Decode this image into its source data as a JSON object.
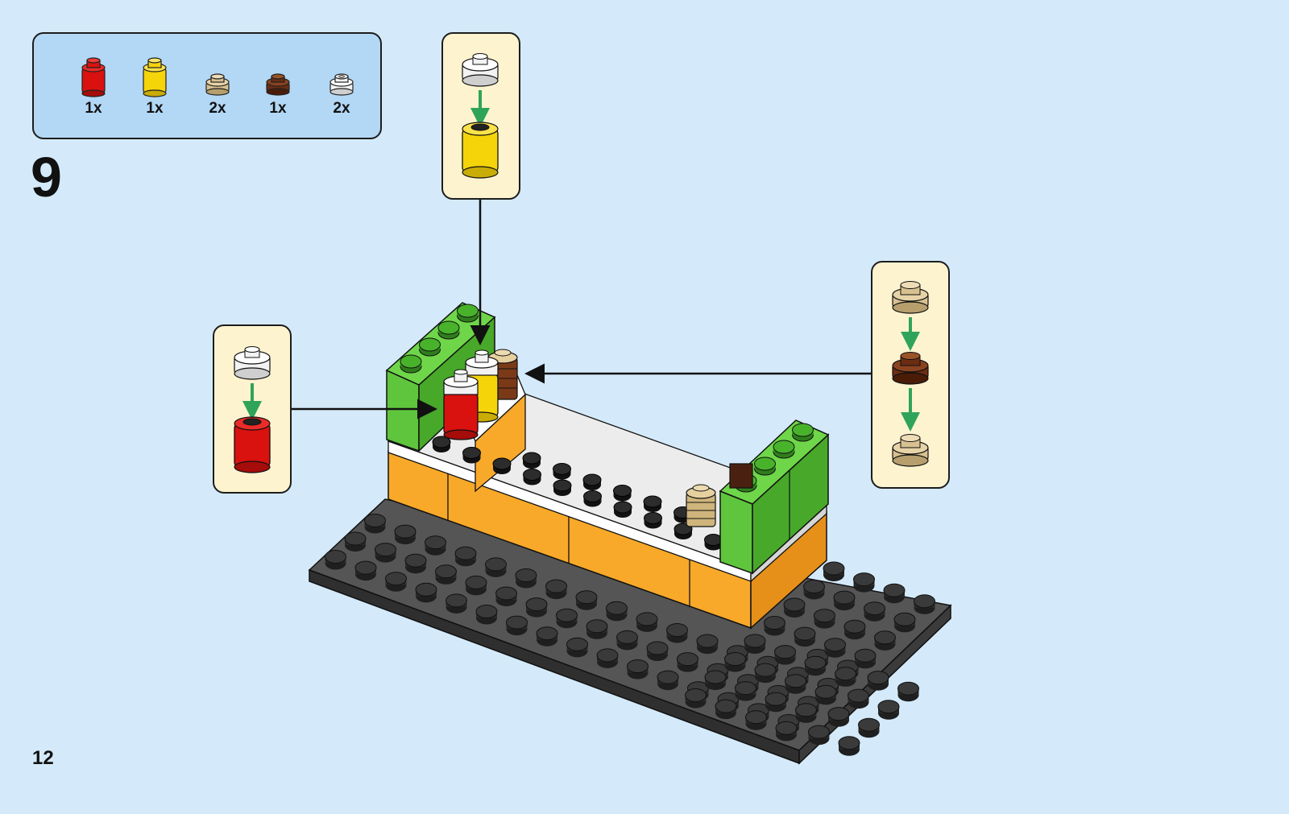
{
  "step": {
    "number": "9"
  },
  "page": {
    "number": "12"
  },
  "parts_list": [
    {
      "color_name": "red",
      "shape": "round-brick-1x1",
      "color": "#d9110f",
      "qty": "1x"
    },
    {
      "color_name": "yellow",
      "shape": "round-brick-1x1",
      "color": "#f5d40a",
      "qty": "1x"
    },
    {
      "color_name": "tan",
      "shape": "round-plate-1x1",
      "color": "#d8c190",
      "qty": "2x"
    },
    {
      "color_name": "reddish-brown",
      "shape": "round-plate-1x1",
      "color": "#6a2d12",
      "qty": "1x"
    },
    {
      "color_name": "white",
      "shape": "round-plate-1x1-open-stud",
      "color": "#f2f2f2",
      "qty": "2x"
    }
  ],
  "callouts": {
    "left": {
      "top_part": "white",
      "bottom_part": "red"
    },
    "top": {
      "top_part": "white",
      "bottom_part": "yellow"
    },
    "right": {
      "parts": [
        "tan",
        "reddish-brown",
        "tan"
      ]
    }
  },
  "colors": {
    "background": "#d4eafa",
    "parts_box": "#b3d8f5",
    "callout_box": "#fdf3cf",
    "arrow_green": "#2fa35a",
    "baseplate": "#4e4e4e",
    "orange": "#f8a929",
    "green": "#5fc53c"
  }
}
